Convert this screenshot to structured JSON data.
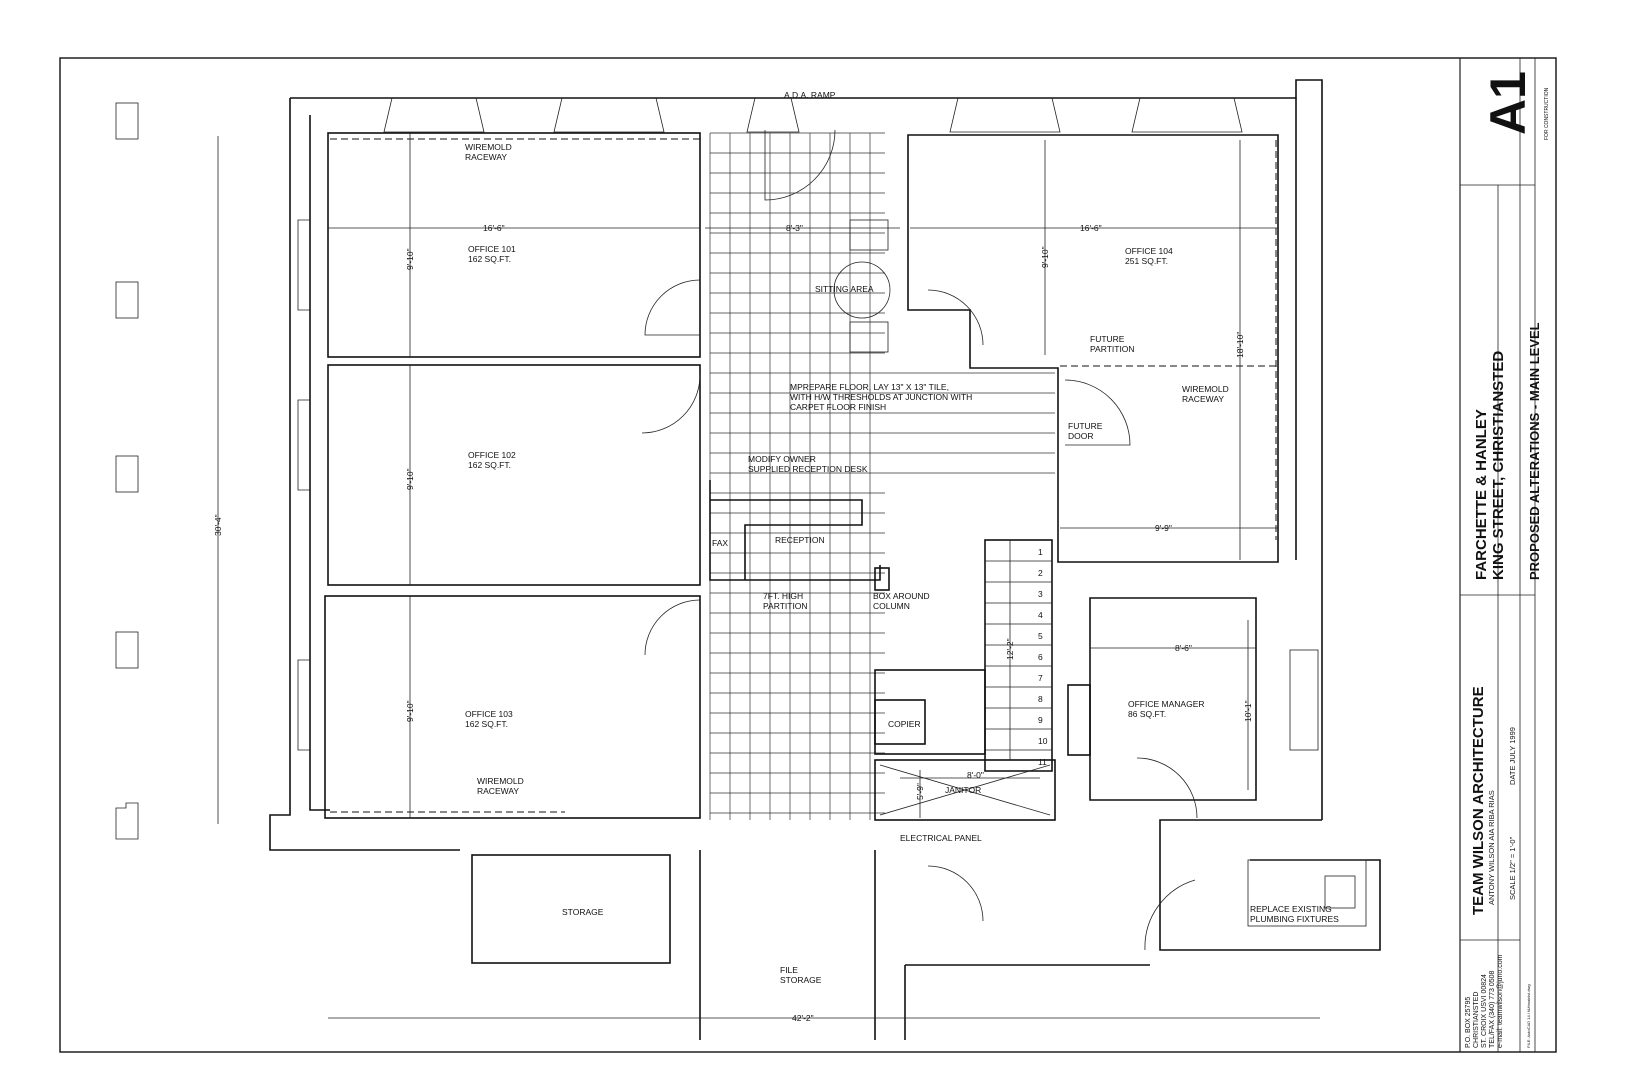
{
  "labels": {
    "ada_ramp": "A.D.A. RAMP",
    "wiremold_top_1": "WIREMOLD",
    "wiremold_top_2": "RACEWAY",
    "office101_name": "OFFICE 101",
    "office101_area": "162 SQ.FT.",
    "office102_name": "OFFICE 102",
    "office102_area": "162 SQ.FT.",
    "office103_name": "OFFICE 103",
    "office103_area": "162 SQ.FT.",
    "office104_name": "OFFICE 104",
    "office104_area": "251 SQ.FT.",
    "sitting_area": "SITTING AREA",
    "future_partition_1": "FUTURE",
    "future_partition_2": "PARTITION",
    "future_door_1": "FUTURE",
    "future_door_2": "DOOR",
    "wiremold_right_1": "WIREMOLD",
    "wiremold_right_2": "RACEWAY",
    "floor_note_1": "MPREPARE FLOOR, LAY 13\" X 13\" TILE,",
    "floor_note_2": "WITH H/W THRESHOLDS AT JUNCTION WITH",
    "floor_note_3": "CARPET FLOOR FINISH",
    "desk_note_1": "MODIFY OWNER",
    "desk_note_2": "SUPPLIED RECEPTION DESK",
    "fax": "FAX",
    "reception": "RECEPTION",
    "partition_1": "7FT. HIGH",
    "partition_2": "PARTITION",
    "box_column_1": "BOX AROUND",
    "box_column_2": "COLUMN",
    "office_manager_name": "OFFICE MANAGER",
    "office_manager_area": "86 SQ.FT.",
    "copier": "COPIER",
    "janitor": "JANITOR",
    "electrical_panel": "ELECTRICAL PANEL",
    "storage": "STORAGE",
    "file_storage_1": "FILE",
    "file_storage_2": "STORAGE",
    "plumbing_1": "REPLACE EXISTING",
    "plumbing_2": "PLUMBING FIXTURES",
    "wiremold_bottom_1": "WIREMOLD",
    "wiremold_bottom_2": "RACEWAY"
  },
  "dimensions": {
    "office101_width": "16'-6\"",
    "office101_height": "9'-10\"",
    "office102_height": "9'-10\"",
    "office103_height": "9'-10\"",
    "corridor_width": "8'-3\"",
    "office104_width": "16'-6\"",
    "office104_height_left": "9'-10\"",
    "office104_height_right": "18'-10\"",
    "office104_lower_width": "9'-9\"",
    "overall_height": "30'-4\"",
    "overall_width": "42'-2\"",
    "stair_run": "12'-2\"",
    "office_manager_width": "8'-6\"",
    "office_manager_height": "10'-1\"",
    "janitor_width": "8'-0\"",
    "janitor_height": "5'-9\""
  },
  "stair_numbers": [
    "1",
    "2",
    "3",
    "4",
    "5",
    "6",
    "7",
    "8",
    "9",
    "10",
    "11"
  ],
  "title_block": {
    "sheet": "A1",
    "for_construction": "FOR CONSTRUCTION",
    "project_1": "FARCHETTE & HANLEY",
    "project_2": "KING STREET, CHRISTIANSTED",
    "drawing_title": "PROPOSED ALTERATIONS - MAIN LEVEL",
    "scale": "SCALE 1/2\" = 1'-0\"",
    "date": "DATE  JULY 1999",
    "firm": "TEAM WILSON ARCHITECTURE",
    "principal": "ANTONY WILSON  AIA  RIBA  RIAS",
    "address_1": "P.O. BOX 25795",
    "address_2": "CHRISTIANSTED",
    "address_3": "ST. CROIX  USVI  00824",
    "address_4": "TEL/FAX  (340) 773 0508",
    "address_5": "e-mail: teamwilson@juno.com",
    "file": "FILE: AutoCAD 14 / f&Hmainlvl.dwg"
  }
}
